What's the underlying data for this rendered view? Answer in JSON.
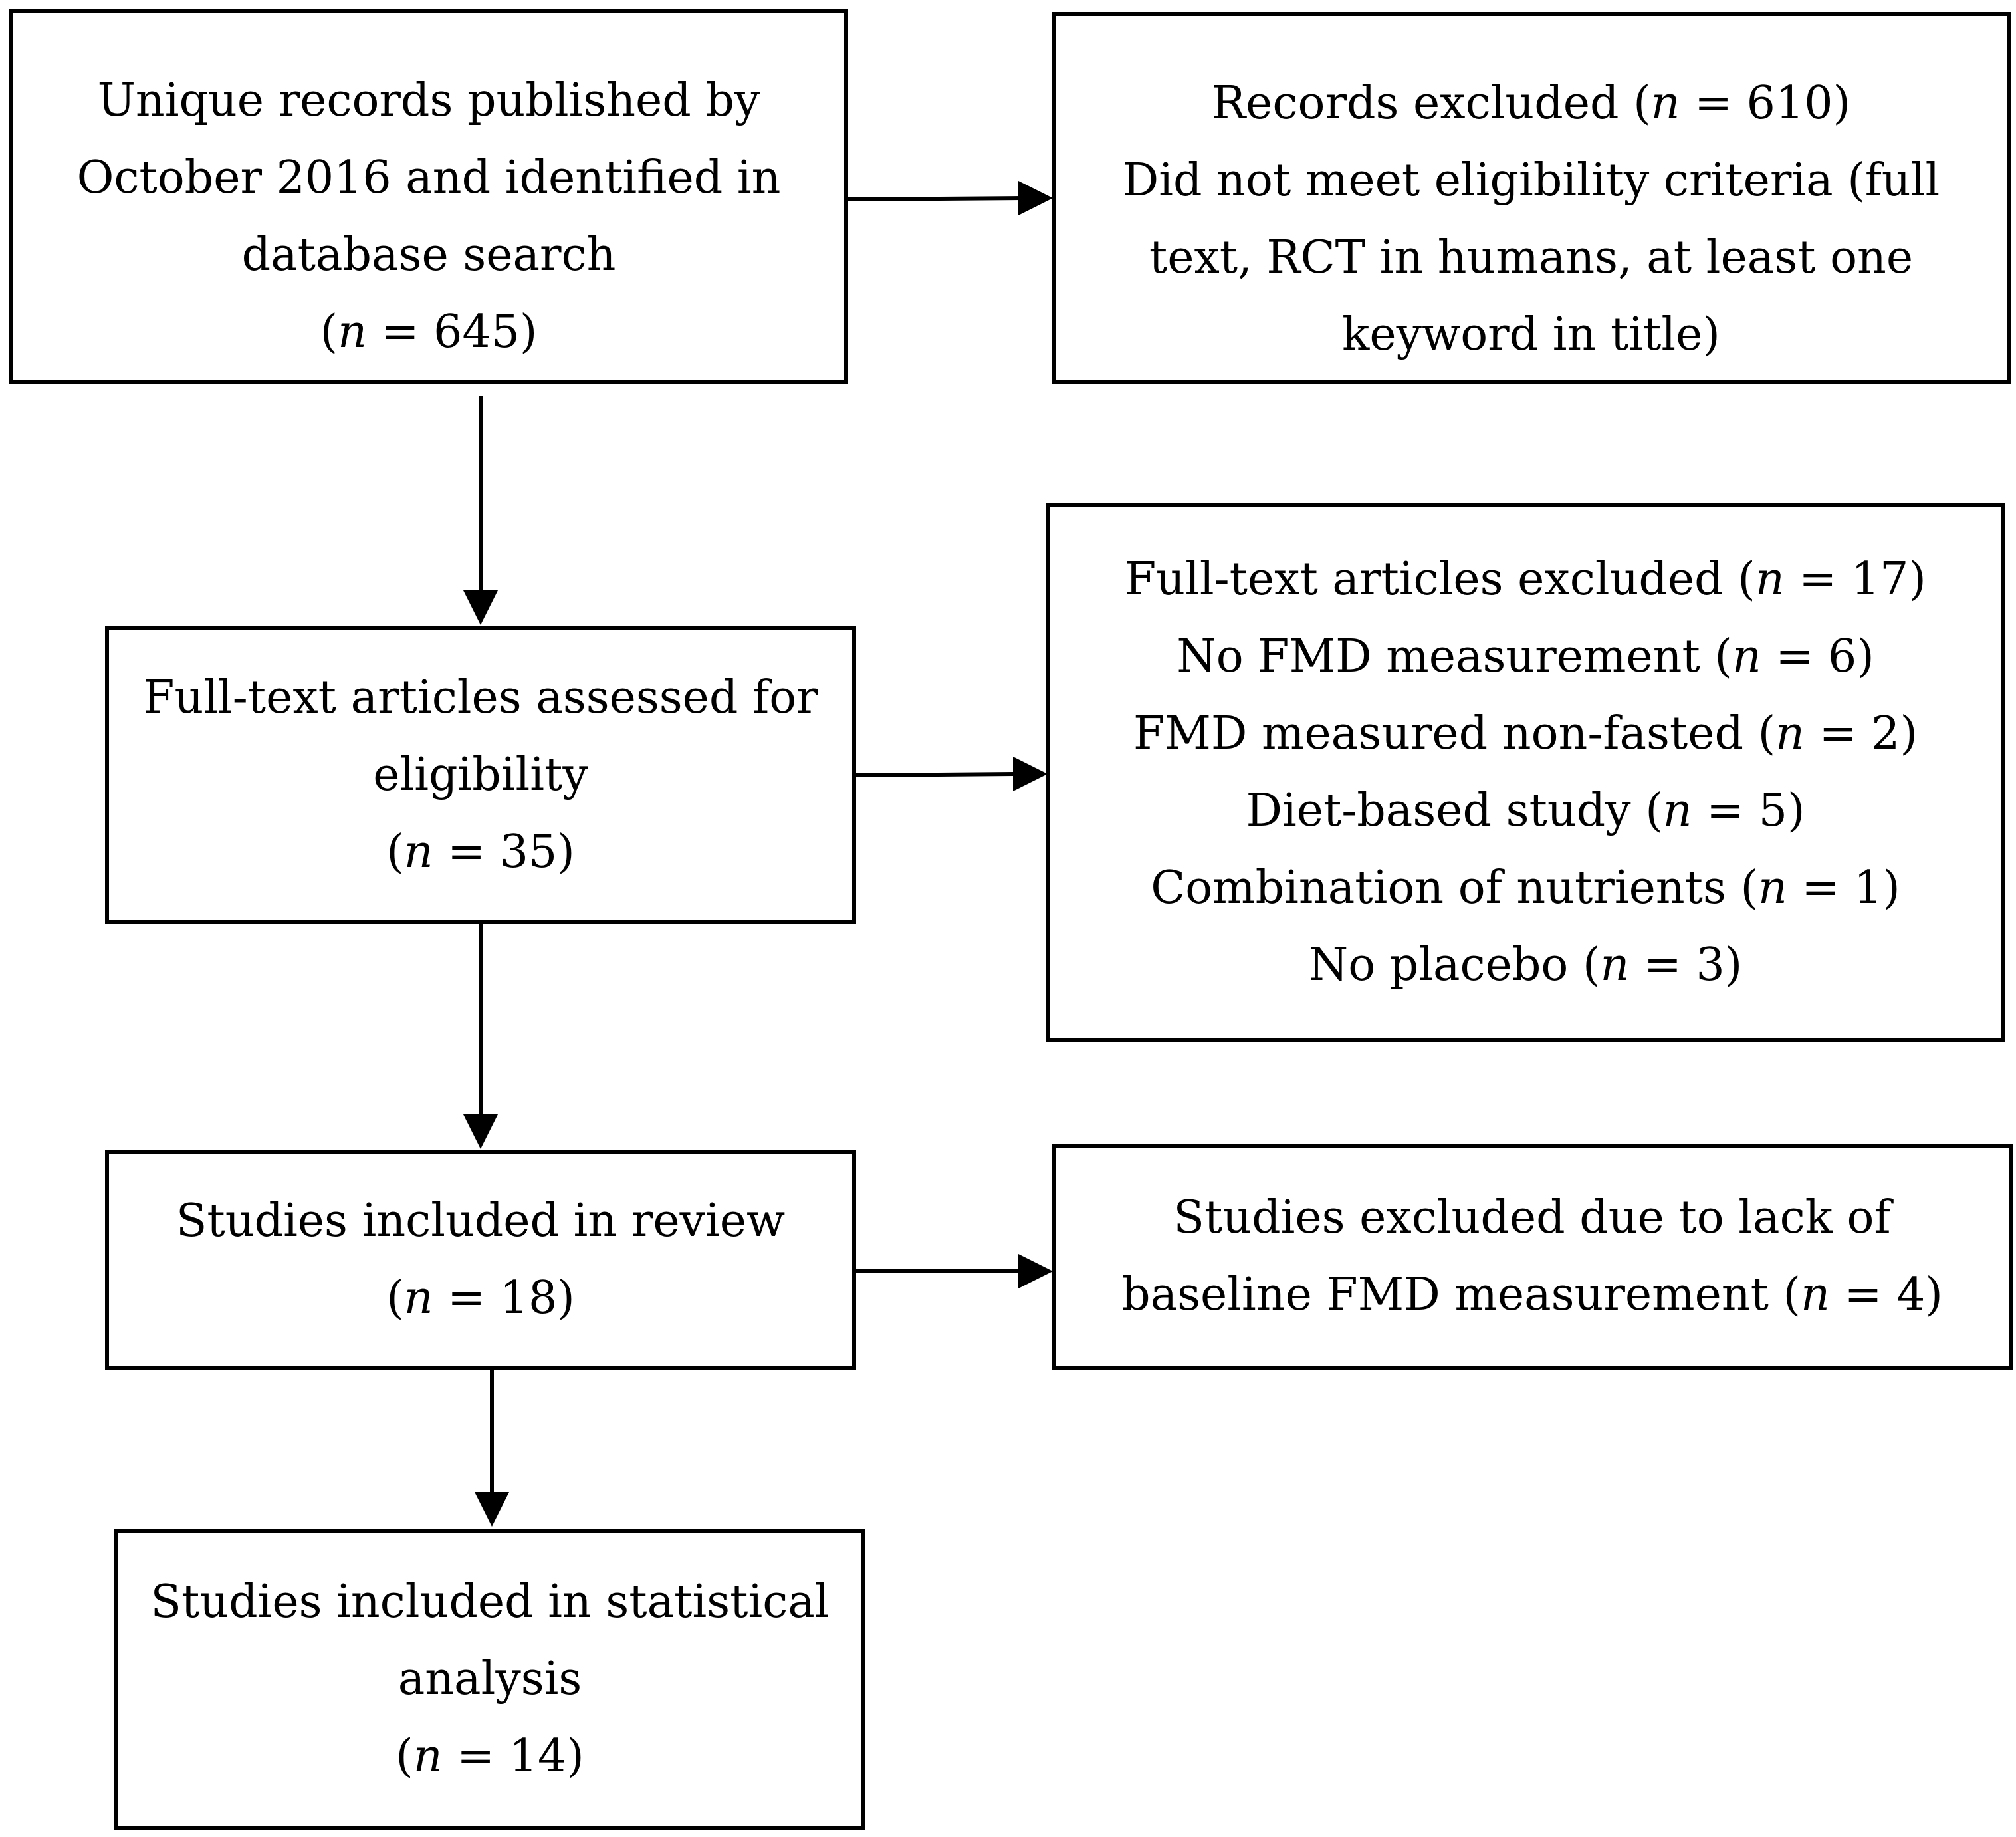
{
  "boxes": {
    "records": {
      "lines": [
        "Unique records published by",
        "October 2016 and identified in",
        "database search"
      ],
      "count_prefix": "(",
      "count_var": "n",
      "count_suffix": " = 645)"
    },
    "excluded": {
      "title_prefix": "Records excluded (",
      "title_var": "n",
      "title_suffix": " = 610)",
      "lines": [
        "Did not meet eligibility criteria (full",
        "text, RCT in humans, at least one",
        "keyword in title)"
      ]
    },
    "fulltext": {
      "lines": [
        "Full-text articles assessed for",
        "eligibility"
      ],
      "count_prefix": "(",
      "count_var": "n",
      "count_suffix": " = 35)"
    },
    "ft_excluded": {
      "items": [
        {
          "prefix": "Full-text articles excluded (",
          "var": "n",
          "suffix": " = 17)"
        },
        {
          "prefix": "No FMD measurement (",
          "var": "n",
          "suffix": " = 6)"
        },
        {
          "prefix": "FMD measured non-fasted (",
          "var": "n",
          "suffix": " = 2)"
        },
        {
          "prefix": "Diet-based study (",
          "var": "n",
          "suffix": " = 5)"
        },
        {
          "prefix": "Combination of nutrients (",
          "var": "n",
          "suffix": " = 1)"
        },
        {
          "prefix": "No placebo (",
          "var": "n",
          "suffix": " = 3)"
        }
      ]
    },
    "review": {
      "lines": [
        "Studies included in review"
      ],
      "count_prefix": "(",
      "count_var": "n",
      "count_suffix": " = 18)"
    },
    "lack": {
      "line1": "Studies excluded due to lack of",
      "line2_prefix": "baseline FMD measurement (",
      "line2_var": "n",
      "line2_suffix": " = 4)"
    },
    "stats": {
      "lines": [
        "Studies included in statistical",
        "analysis"
      ],
      "count_prefix": "(",
      "count_var": "n",
      "count_suffix": " = 14)"
    }
  }
}
